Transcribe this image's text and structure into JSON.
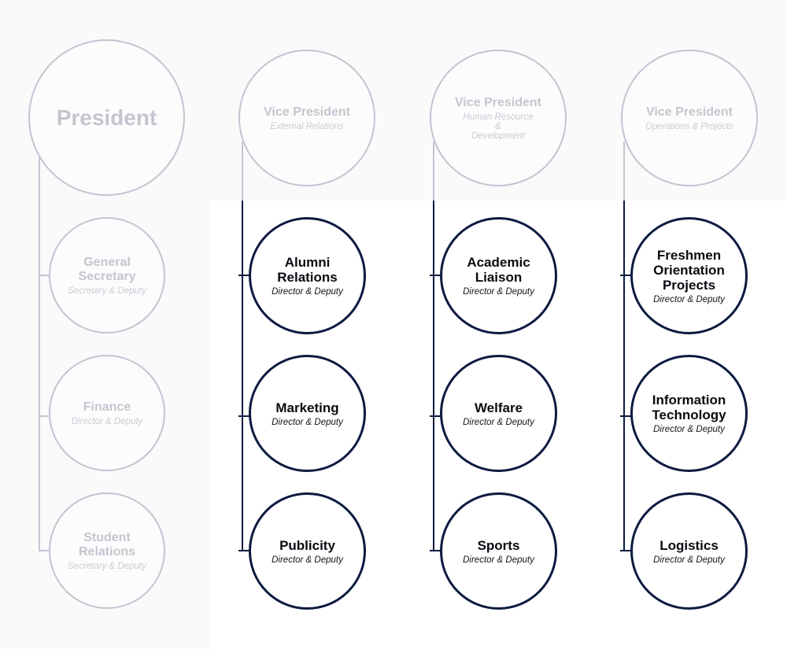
{
  "president": {
    "title": "President"
  },
  "vps": [
    {
      "title": "Vice President",
      "subtitle": "External Relations"
    },
    {
      "title": "Vice President",
      "subtitle": "Human Resource\n&\nDevelopment"
    },
    {
      "title": "Vice President",
      "subtitle": "Operations & Projects"
    }
  ],
  "president_units": [
    {
      "title": "General Secretary",
      "subtitle": "Secretary & Deputy"
    },
    {
      "title": "Finance",
      "subtitle": "Director & Deputy"
    },
    {
      "title": "Student Relations",
      "subtitle": "Secretary & Deputy"
    }
  ],
  "external_units": [
    {
      "title": "Alumni Relations",
      "subtitle": "Director & Deputy"
    },
    {
      "title": "Marketing",
      "subtitle": "Director & Deputy"
    },
    {
      "title": "Publicity",
      "subtitle": "Director & Deputy"
    }
  ],
  "hr_units": [
    {
      "title": "Academic Liaison",
      "subtitle": "Director & Deputy"
    },
    {
      "title": "Welfare",
      "subtitle": "Director & Deputy"
    },
    {
      "title": "Sports",
      "subtitle": "Director & Deputy"
    }
  ],
  "ops_units": [
    {
      "title": "Freshmen Orientation Projects",
      "subtitle": "Director & Deputy"
    },
    {
      "title": "Information Technology",
      "subtitle": "Director & Deputy"
    },
    {
      "title": "Logistics",
      "subtitle": "Director & Deputy"
    }
  ],
  "colors": {
    "faded": "#c2c5d1",
    "dark": "#0c1a40"
  }
}
